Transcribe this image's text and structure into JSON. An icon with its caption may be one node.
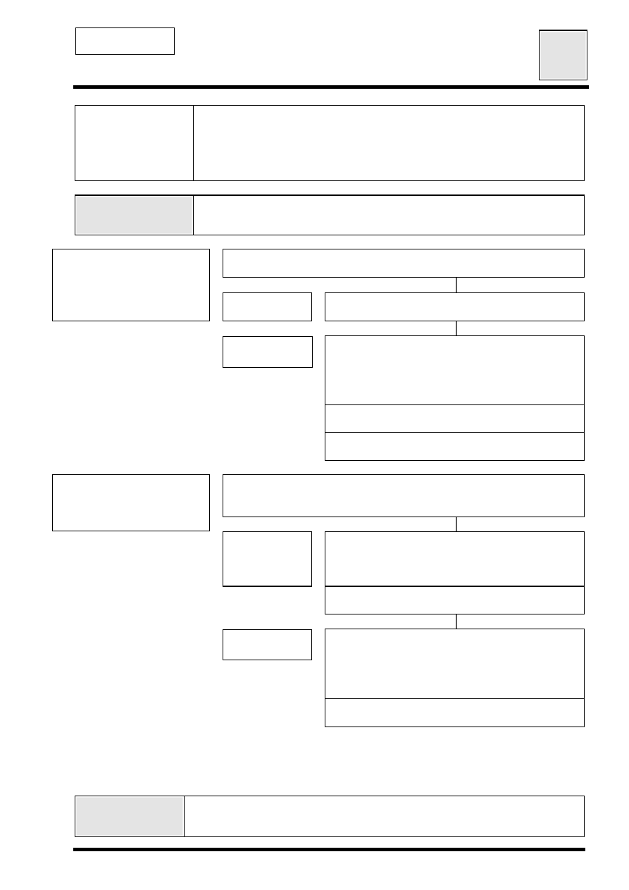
{
  "diagram": {
    "nodes": [
      {
        "text": [],
        "shape": "box"
      },
      {
        "text": [],
        "shape": "box"
      },
      {
        "text": [],
        "shape": "box"
      },
      {
        "text": [],
        "shape": "box"
      },
      {
        "text": [],
        "shape": "box"
      },
      {
        "text": [],
        "shape": "box"
      },
      {
        "text": [],
        "shape": "box"
      },
      {
        "text": [],
        "shape": "box"
      },
      {
        "text": [],
        "shape": "box"
      },
      {
        "text": [],
        "shape": "box"
      },
      {
        "text": [],
        "shape": "box"
      },
      {
        "text": [],
        "shape": "box"
      },
      {
        "text": [],
        "shape": "box"
      },
      {
        "text": [],
        "shape": "box"
      },
      {
        "text": [],
        "shape": "box"
      },
      {
        "text": [],
        "shape": "box"
      },
      {
        "text": [],
        "shape": "box"
      },
      {
        "text": [],
        "shape": "box"
      },
      {
        "text": [],
        "shape": "box"
      },
      {
        "text": [],
        "shape": "box"
      },
      {
        "text": [],
        "shape": "box"
      },
      {
        "text": [],
        "shape": "box"
      },
      {
        "text": [],
        "shape": "box"
      },
      {
        "text": [],
        "shape": "box"
      }
    ],
    "edges": [
      {
        "from": 7,
        "to": 9,
        "arrow": "none"
      },
      {
        "from": 9,
        "to": 11,
        "arrow": "none"
      },
      {
        "from": 15,
        "to": 17,
        "arrow": "none"
      },
      {
        "from": 18,
        "to": 20,
        "arrow": "none"
      }
    ]
  }
}
